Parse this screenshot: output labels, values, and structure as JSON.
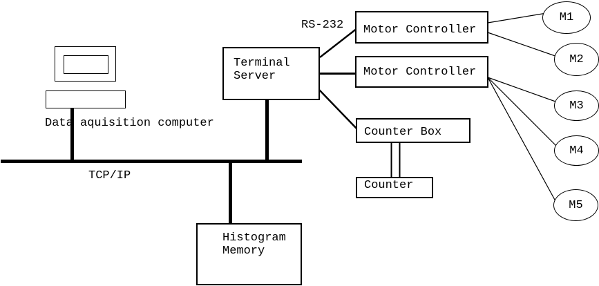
{
  "colors": {
    "ink": "#000000",
    "paper": "#ffffff"
  },
  "bus": {
    "label": "TCP/IP"
  },
  "nodes": {
    "data_acquisition_computer": {
      "label": "Data aquisition computer"
    },
    "terminal_server": {
      "line1": "Terminal",
      "line2": "Server"
    },
    "motor_controller_1": {
      "label": "Motor Controller"
    },
    "motor_controller_2": {
      "label": "Motor Controller"
    },
    "counter_box": {
      "label": "Counter Box"
    },
    "counter": {
      "label": "Counter"
    },
    "histogram_memory": {
      "line1": "Histogram",
      "line2": "Memory"
    },
    "motors": [
      {
        "label": "M1"
      },
      {
        "label": "M2"
      },
      {
        "label": "M3"
      },
      {
        "label": "M4"
      },
      {
        "label": "M5"
      }
    ]
  },
  "edges": [
    {
      "from": "terminal-server",
      "to": "motor-controller-1",
      "label": "RS-232",
      "style": "line"
    },
    {
      "from": "terminal-server",
      "to": "motor-controller-2",
      "style": "line"
    },
    {
      "from": "terminal-server",
      "to": "counter-box",
      "style": "line"
    },
    {
      "from": "counter-box",
      "to": "counter",
      "style": "double-line"
    },
    {
      "from": "motor-controller-1",
      "to": "M1",
      "style": "thin-line"
    },
    {
      "from": "motor-controller-1",
      "to": "M2",
      "style": "thin-line"
    },
    {
      "from": "motor-controller-2",
      "to": "M3",
      "style": "thin-line"
    },
    {
      "from": "motor-controller-2",
      "to": "M4",
      "style": "thin-line"
    },
    {
      "from": "motor-controller-2",
      "to": "M5",
      "style": "thin-line"
    },
    {
      "from": "data-acquisition-computer",
      "to": "tcp-ip-bus",
      "style": "thick-line"
    },
    {
      "from": "terminal-server",
      "to": "tcp-ip-bus",
      "style": "thick-line"
    },
    {
      "from": "tcp-ip-bus",
      "to": "histogram-memory",
      "style": "thick-line"
    }
  ]
}
